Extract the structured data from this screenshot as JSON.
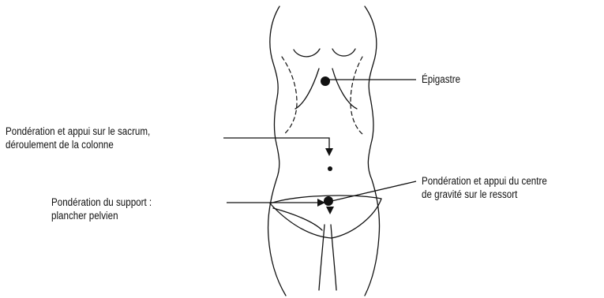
{
  "labels": {
    "epigastre": "Épigastre",
    "sacrum_line1": "Pondération et appui sur le sacrum,",
    "sacrum_line2": "déroulement de la colonne",
    "center_line1": "Pondération et appui du centre",
    "center_line2": "de gravité sur le ressort",
    "support_line1": "Pondération du support :",
    "support_line2": "plancher pelvien"
  },
  "colors": {
    "ink": "#111111",
    "background": "#ffffff"
  }
}
